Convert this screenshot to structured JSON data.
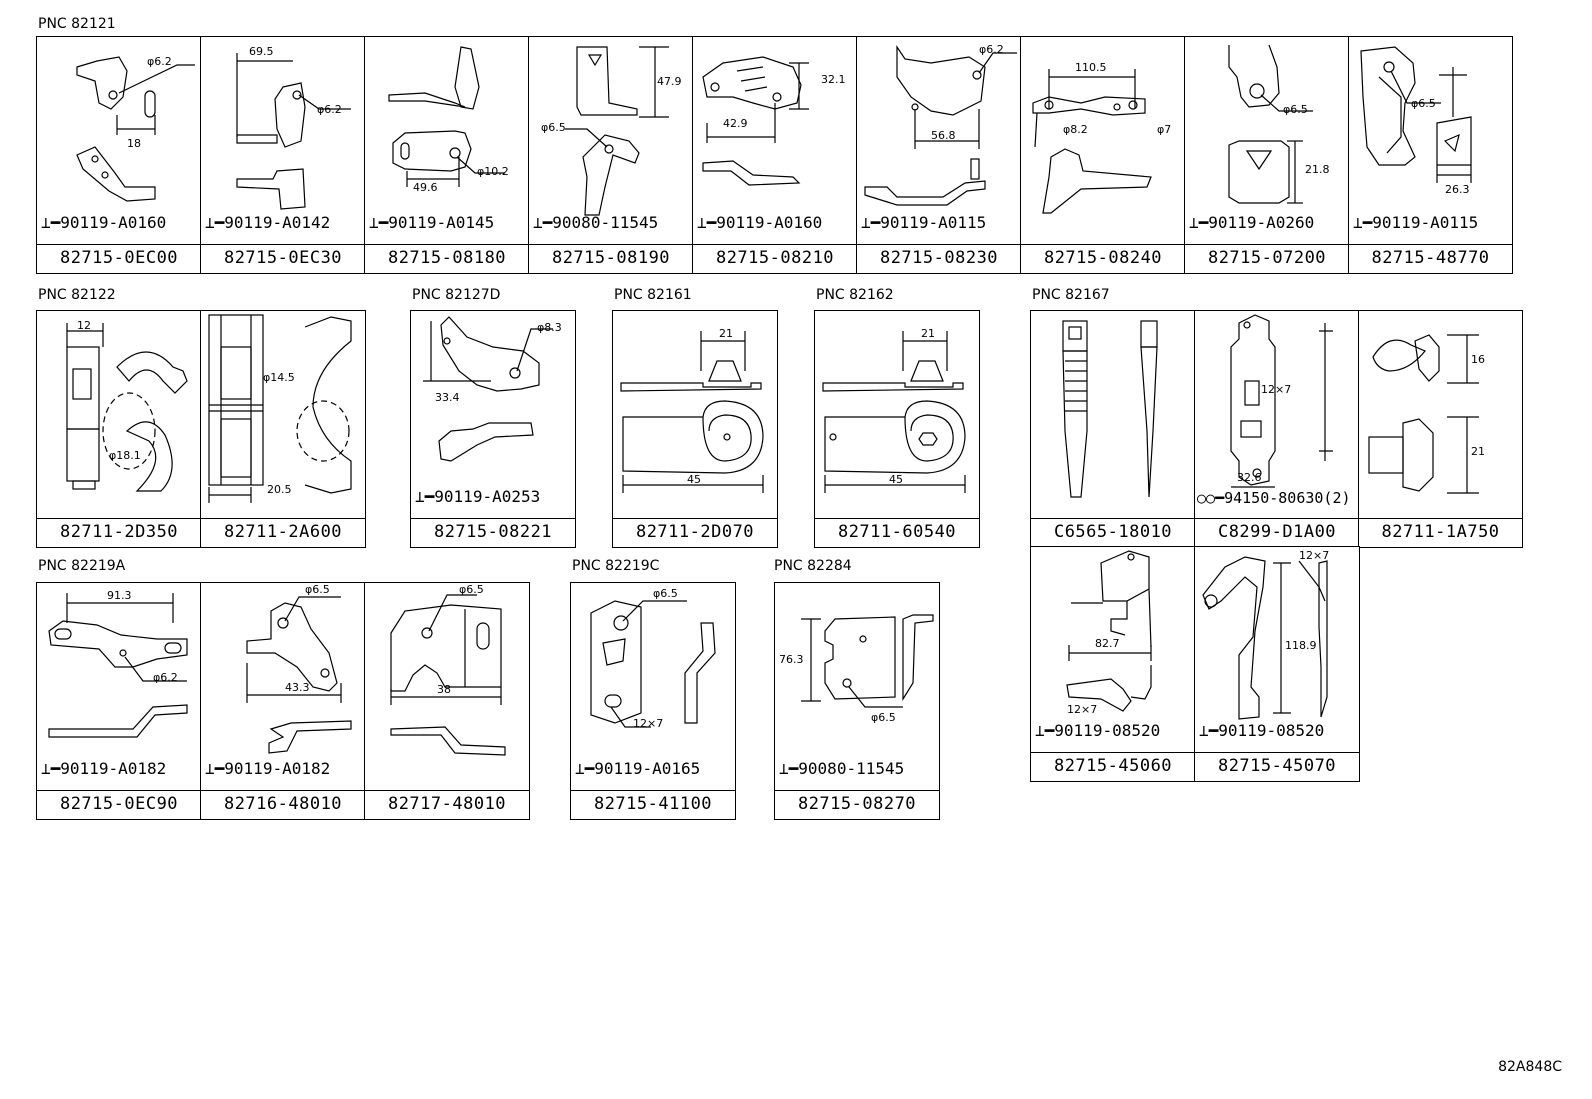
{
  "diagram_code": "82A848C",
  "groups": [
    {
      "pnc": "PNC 82121",
      "cells": [
        {
          "part": "82715-0EC00",
          "bolt": "90119-A0160",
          "dims": [
            "φ6.2",
            "18"
          ]
        },
        {
          "part": "82715-0EC30",
          "bolt": "90119-A0142",
          "dims": [
            "69.5",
            "φ6.2"
          ]
        },
        {
          "part": "82715-08180",
          "bolt": "90119-A0145",
          "dims": [
            "φ10.2",
            "49.6"
          ]
        },
        {
          "part": "82715-08190",
          "bolt": "90080-11545",
          "dims": [
            "47.9",
            "φ6.5"
          ]
        },
        {
          "part": "82715-08210",
          "bolt": "90119-A0160",
          "dims": [
            "32.1",
            "42.9"
          ]
        },
        {
          "part": "82715-08230",
          "bolt": "90119-A0115",
          "dims": [
            "φ6.2",
            "56.8"
          ]
        },
        {
          "part": "82715-08240",
          "bolt": "",
          "dims": [
            "110.5",
            "φ8.2",
            "φ7"
          ]
        },
        {
          "part": "82715-07200",
          "bolt": "90119-A0260",
          "dims": [
            "φ6.5",
            "21.8"
          ]
        },
        {
          "part": "82715-48770",
          "bolt": "90119-A0115",
          "dims": [
            "φ6.5",
            "26.3"
          ]
        }
      ]
    },
    {
      "pnc": "PNC 82122",
      "cells": [
        {
          "part": "82711-2D350",
          "bolt": "",
          "dims": [
            "12",
            "φ18.1"
          ]
        },
        {
          "part": "82711-2A600",
          "bolt": "",
          "dims": [
            "φ14.5",
            "20.5"
          ]
        }
      ]
    },
    {
      "pnc": "PNC 82127D",
      "cells": [
        {
          "part": "82715-08221",
          "bolt": "90119-A0253",
          "dims": [
            "φ8.3",
            "33.4"
          ]
        }
      ]
    },
    {
      "pnc": "PNC 82161",
      "cells": [
        {
          "part": "82711-2D070",
          "bolt": "",
          "dims": [
            "21",
            "45"
          ]
        }
      ]
    },
    {
      "pnc": "PNC 82162",
      "cells": [
        {
          "part": "82711-60540",
          "bolt": "",
          "dims": [
            "21",
            "45"
          ]
        }
      ]
    },
    {
      "pnc": "PNC 82167",
      "cells": [
        {
          "part": "C6565-18010",
          "bolt": "",
          "dims": []
        },
        {
          "part": "C8299-D1A00",
          "bolt": "94150-80630(2)",
          "dims": [
            "12×7",
            "32.6"
          ]
        },
        {
          "part": "82711-1A750",
          "bolt": "",
          "dims": [
            "16",
            "21"
          ]
        },
        {
          "part": "82715-45060",
          "bolt": "90119-08520",
          "dims": [
            "82.7",
            "12×7"
          ]
        },
        {
          "part": "82715-45070",
          "bolt": "90119-08520",
          "dims": [
            "12×7",
            "118.9"
          ]
        }
      ]
    },
    {
      "pnc": "PNC 82219A",
      "cells": [
        {
          "part": "82715-0EC90",
          "bolt": "90119-A0182",
          "dims": [
            "91.3",
            "φ6.2"
          ]
        },
        {
          "part": "82716-48010",
          "bolt": "90119-A0182",
          "dims": [
            "φ6.5",
            "43.3"
          ]
        },
        {
          "part": "82717-48010",
          "bolt": "",
          "dims": [
            "φ6.5",
            "38"
          ]
        }
      ]
    },
    {
      "pnc": "PNC 82219C",
      "cells": [
        {
          "part": "82715-41100",
          "bolt": "90119-A0165",
          "dims": [
            "φ6.5",
            "12×7"
          ]
        }
      ]
    },
    {
      "pnc": "PNC 82284",
      "cells": [
        {
          "part": "82715-08270",
          "bolt": "90080-11545",
          "dims": [
            "76.3",
            "φ6.5"
          ]
        }
      ]
    }
  ]
}
